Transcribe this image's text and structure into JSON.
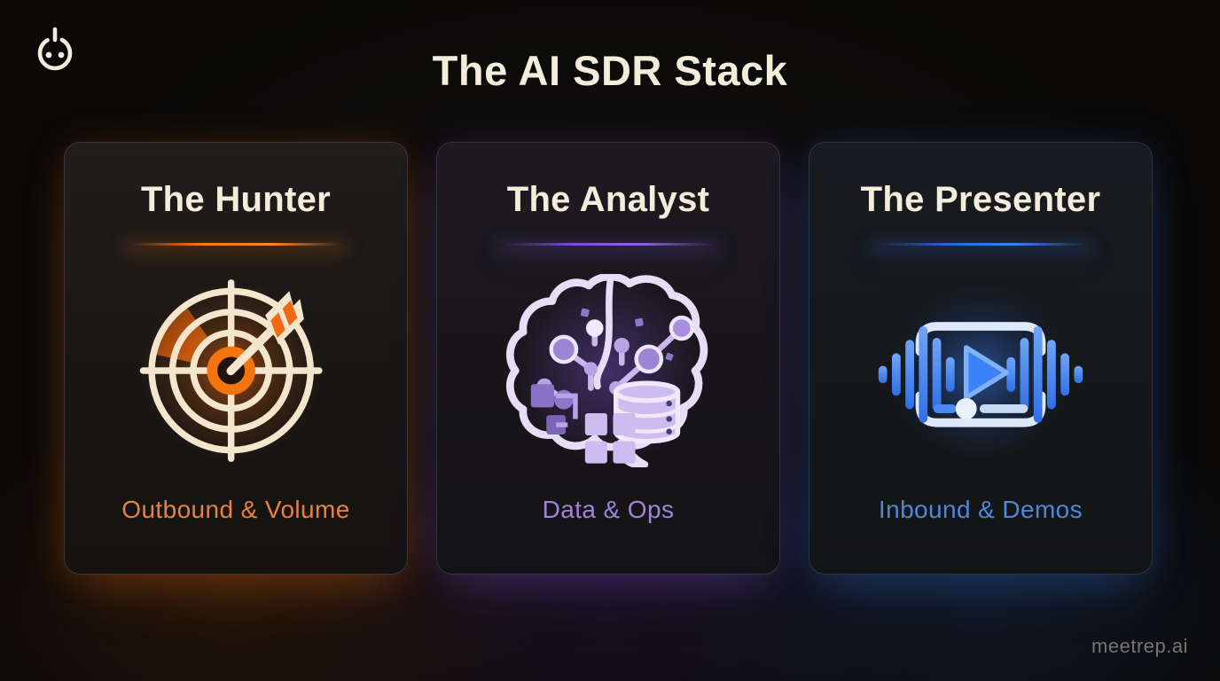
{
  "header": {
    "title": "The AI SDR Stack",
    "logo_icon": "power-icon"
  },
  "footer": {
    "watermark": "meetrep.ai"
  },
  "cards": [
    {
      "title": "The Hunter",
      "label": "Outbound & Volume",
      "icon": "target-arrow-icon",
      "accent_color": "#F97316",
      "label_color": "#E8813A"
    },
    {
      "title": "The Analyst",
      "label": "Data & Ops",
      "icon": "brain-circuit-database-icon",
      "accent_color": "#8B5CF6",
      "label_color": "#9F84DA"
    },
    {
      "title": "The Presenter",
      "label": "Inbound & Demos",
      "icon": "video-waveform-player-icon",
      "accent_color": "#3B82F6",
      "label_color": "#4E86DC"
    }
  ],
  "theme": {
    "background": "#0A0908",
    "card_background": "#181614",
    "heading_color": "#F3EDDB",
    "watermark_color": "#757472"
  }
}
